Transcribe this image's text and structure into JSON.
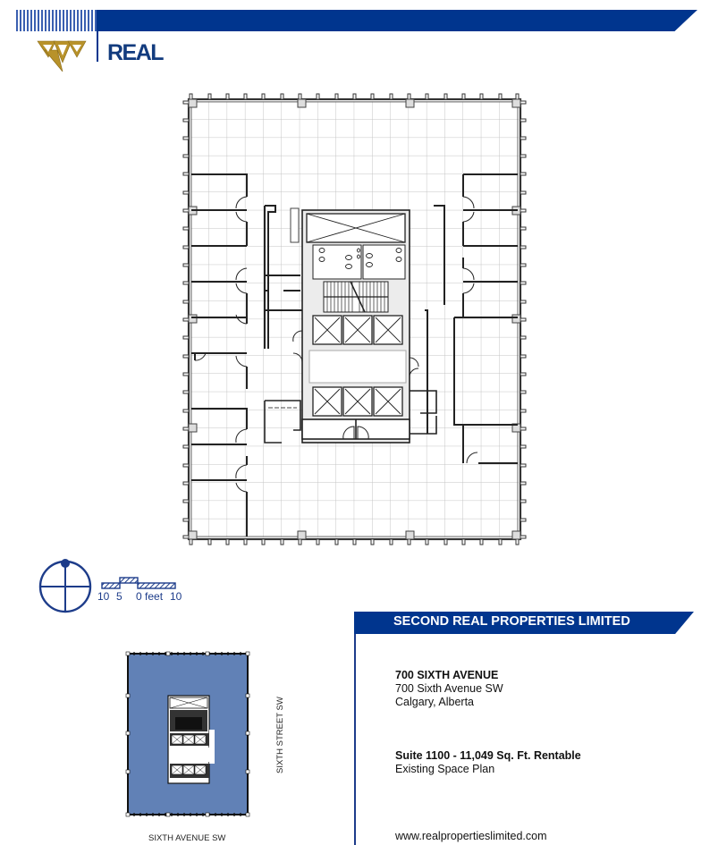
{
  "header": {
    "brand_text": "REAL",
    "colors": {
      "brand_blue": "#00358e",
      "logo_gold": "#b8922a",
      "keyplan_fill": "#6181b6"
    }
  },
  "floor_plan": {
    "icons": [
      "column-icon",
      "door-swing-icon",
      "elevator-icon",
      "stair-icon",
      "washroom-fixture-icon"
    ]
  },
  "legend": {
    "compass_icon": "north-arrow-icon",
    "scale": {
      "labels": [
        "10",
        "5",
        "0 feet",
        "10"
      ]
    }
  },
  "title_bar": {
    "company": "SECOND REAL PROPERTIES LIMITED"
  },
  "property": {
    "name": "700 SIXTH AVENUE",
    "address_line1": "700 Sixth Avenue SW",
    "address_line2": "Calgary, Alberta"
  },
  "suite": {
    "headline": "Suite 1100 - 11,049 Sq. Ft. Rentable",
    "subtitle": "Existing Space Plan"
  },
  "website": "www.realpropertieslimited.com",
  "key_plan": {
    "street_east": "SIXTH STREET SW",
    "street_south": "SIXTH AVENUE SW"
  }
}
